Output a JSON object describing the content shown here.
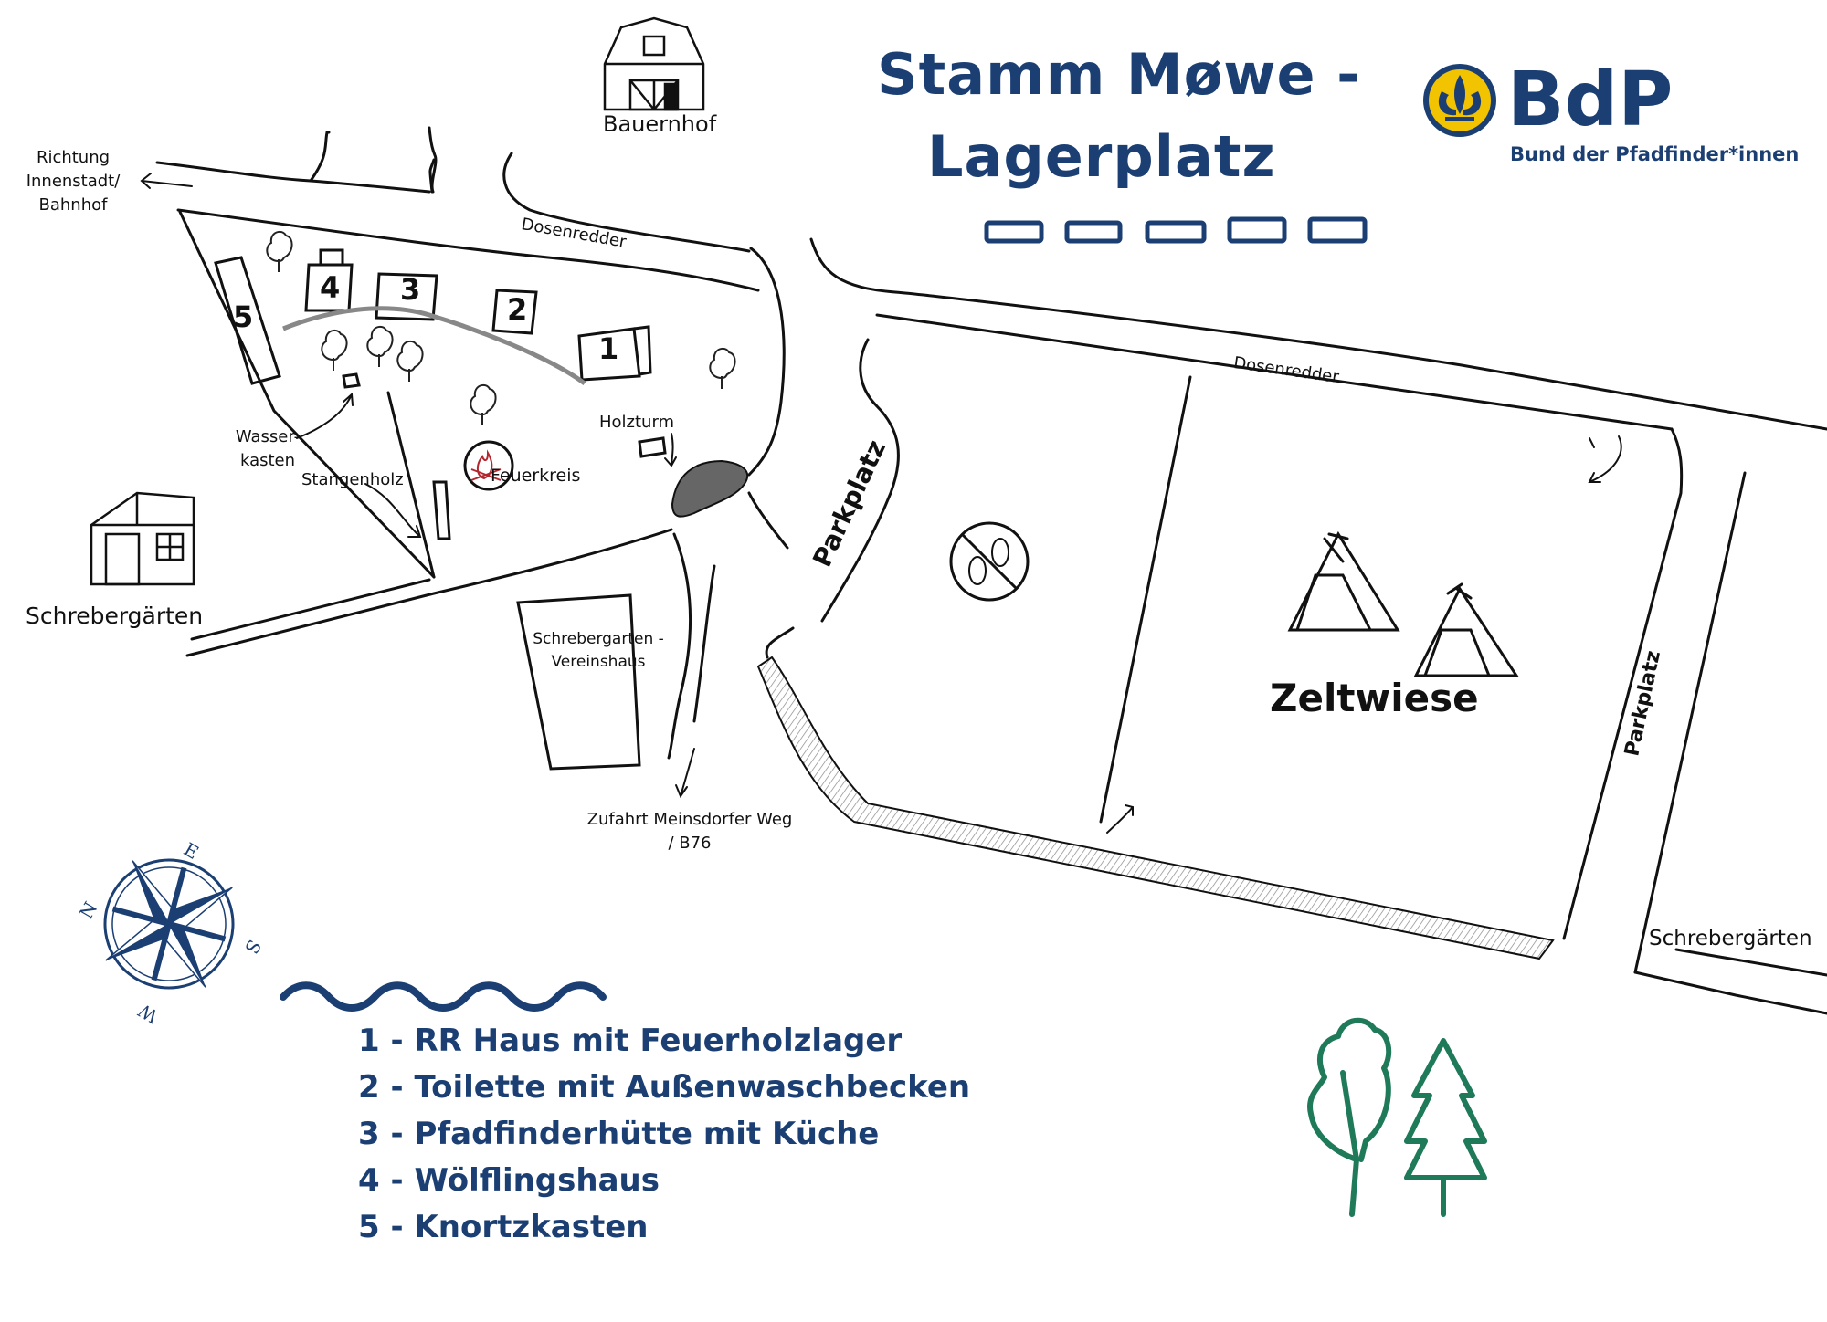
{
  "title": {
    "line1": "Stamm Møwe -",
    "line2": "Lagerplatz"
  },
  "logo": {
    "abbr": "BdP",
    "subtitle": "Bund der Pfadfinder*innen"
  },
  "labels": {
    "bauernhof": "Bauernhof",
    "richtung": "Richtung\nInnenstadt/\nBahnhof",
    "dosenredder_1": "Dosenredder",
    "dosenredder_2": "Dosenredder",
    "parkplatz_1": "Parkplatz",
    "parkplatz_2": "Parkplatz",
    "wasserkasten": "Wasser-\nkasten",
    "stangenholz": "Stangenholz",
    "feuerkreis": "Feuerkreis",
    "holzturm": "Holzturm",
    "schrebergaerten_left": "Schrebergärten",
    "schrebergaerten_right": "Schrebergärten",
    "vereinshaus": "Schrebergarten -\nVereinshaus",
    "zufahrt": "Zufahrt Meinsdorfer Weg\n/ B76",
    "zeltwiese": "Zeltwiese"
  },
  "buildings": {
    "b1": "1",
    "b2": "2",
    "b3": "3",
    "b4": "4",
    "b5": "5"
  },
  "compass": {
    "n": "N",
    "e": "E",
    "s": "S",
    "w": "W"
  },
  "legend": [
    "1 - RR Haus mit Feuerholzlager",
    "2 - Toilette mit Außenwaschbecken",
    "3 - Pfadfinderhütte mit Küche",
    "4 - Wölflingshaus",
    "5 - Knortzkasten"
  ],
  "icons": [
    "barn-icon",
    "shed-icon",
    "tree-icon",
    "campfire-icon",
    "no-footprints-icon",
    "tent-icon",
    "compass-rose-icon",
    "wave-icon",
    "fleur-de-lis-icon"
  ],
  "colors": {
    "brand_blue": "#1b3f73",
    "logo_yellow": "#f2c300",
    "tree_green": "#1f7a5a",
    "fire_red": "#b3262e",
    "ink": "#111111"
  }
}
